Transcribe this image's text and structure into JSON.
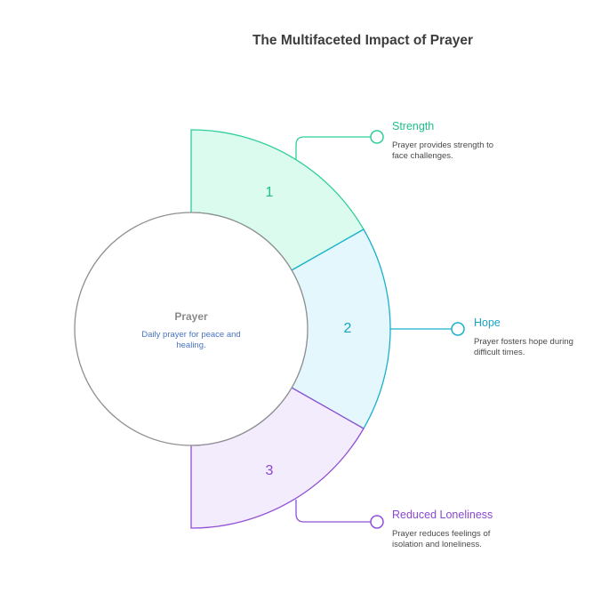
{
  "title": "The Multifaceted Impact of Prayer",
  "center": {
    "title": "Prayer",
    "description": "Daily prayer for peace and healing."
  },
  "segments": [
    {
      "number": "1",
      "label": "Strength",
      "description": "Prayer provides strength to face challenges.",
      "stroke_color": "#2ecf9a",
      "fill_color": "#dcfbef",
      "text_color": "#1fbf8a"
    },
    {
      "number": "2",
      "label": "Hope",
      "description": "Prayer fosters hope during difficult times.",
      "stroke_color": "#1ab0cc",
      "fill_color": "#e3f7fc",
      "text_color": "#1aa4c2"
    },
    {
      "number": "3",
      "label": "Reduced Loneliness",
      "description": "Prayer reduces feelings of isolation and loneliness.",
      "stroke_color": "#9150d6",
      "fill_color": "#f3ecfc",
      "text_color": "#8a48d0"
    }
  ],
  "circle_stroke_color": "#8f8f8f"
}
